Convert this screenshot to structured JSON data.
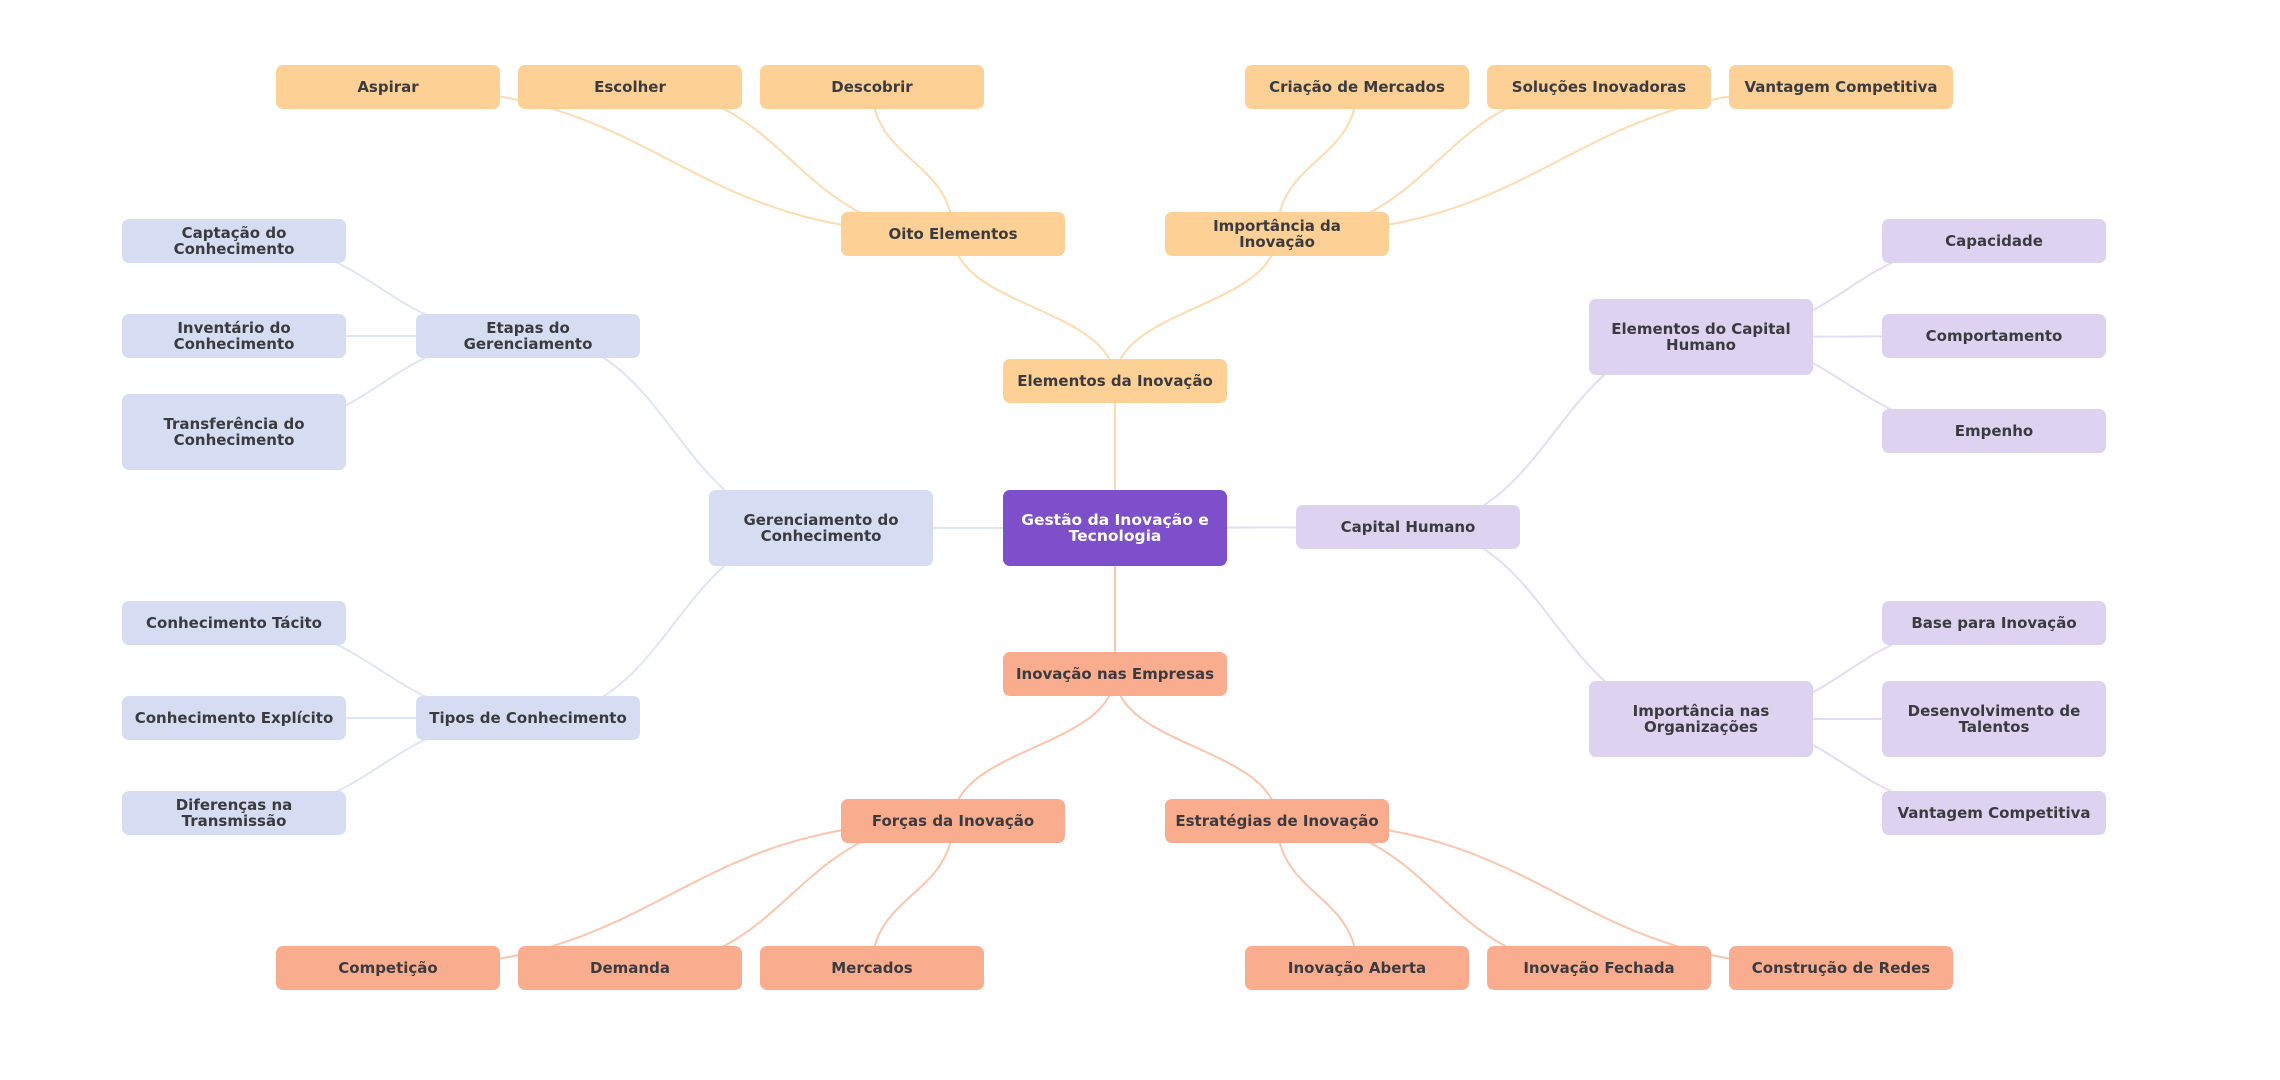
{
  "colors": {
    "root": "#7e4fcb",
    "orange": "#fdd096",
    "orange_edge": "#fddbb0",
    "salmon": "#faad8e",
    "salmon_edge": "#fbc4ad",
    "blue": "#d6ddf2",
    "blue_edge": "#dfe5f6",
    "purple": "#ddd3f1",
    "purple_edge": "#e4dcf4",
    "text": "#3b3b3f",
    "root_text": "#ffffff"
  },
  "mindmap": {
    "root": {
      "id": "root",
      "label": "Gestão da Inovação e Tecnologia"
    },
    "nodes": [
      {
        "id": "elementos-inovacao",
        "label": "Elementos da Inovação",
        "parent": "root",
        "branch": "orange"
      },
      {
        "id": "oito-elementos",
        "label": "Oito Elementos",
        "parent": "elementos-inovacao",
        "branch": "orange"
      },
      {
        "id": "importancia-inovacao",
        "label": "Importância da Inovação",
        "parent": "elementos-inovacao",
        "branch": "orange"
      },
      {
        "id": "aspirar",
        "label": "Aspirar",
        "parent": "oito-elementos",
        "branch": "orange"
      },
      {
        "id": "escolher",
        "label": "Escolher",
        "parent": "oito-elementos",
        "branch": "orange"
      },
      {
        "id": "descobrir",
        "label": "Descobrir",
        "parent": "oito-elementos",
        "branch": "orange"
      },
      {
        "id": "criacao-mercados",
        "label": "Criação de Mercados",
        "parent": "importancia-inovacao",
        "branch": "orange"
      },
      {
        "id": "solucoes-inovadoras",
        "label": "Soluções Inovadoras",
        "parent": "importancia-inovacao",
        "branch": "orange"
      },
      {
        "id": "vantagem-competitiva-1",
        "label": "Vantagem Competitiva",
        "parent": "importancia-inovacao",
        "branch": "orange"
      },
      {
        "id": "inovacao-empresas",
        "label": "Inovação nas Empresas",
        "parent": "root",
        "branch": "salmon"
      },
      {
        "id": "forcas-inovacao",
        "label": "Forças da Inovação",
        "parent": "inovacao-empresas",
        "branch": "salmon"
      },
      {
        "id": "estrategias-inovacao",
        "label": "Estratégias de Inovação",
        "parent": "inovacao-empresas",
        "branch": "salmon"
      },
      {
        "id": "competicao",
        "label": "Competição",
        "parent": "forcas-inovacao",
        "branch": "salmon"
      },
      {
        "id": "demanda",
        "label": "Demanda",
        "parent": "forcas-inovacao",
        "branch": "salmon"
      },
      {
        "id": "mercados",
        "label": "Mercados",
        "parent": "forcas-inovacao",
        "branch": "salmon"
      },
      {
        "id": "inovacao-aberta",
        "label": "Inovação Aberta",
        "parent": "estrategias-inovacao",
        "branch": "salmon"
      },
      {
        "id": "inovacao-fechada",
        "label": "Inovação Fechada",
        "parent": "estrategias-inovacao",
        "branch": "salmon"
      },
      {
        "id": "construcao-redes",
        "label": "Construção de Redes",
        "parent": "estrategias-inovacao",
        "branch": "salmon"
      },
      {
        "id": "gerenciamento-conhecimento",
        "label": "Gerenciamento do Conhecimento",
        "parent": "root",
        "branch": "blue"
      },
      {
        "id": "etapas-gerenciamento",
        "label": "Etapas do Gerenciamento",
        "parent": "gerenciamento-conhecimento",
        "branch": "blue"
      },
      {
        "id": "tipos-conhecimento",
        "label": "Tipos de Conhecimento",
        "parent": "gerenciamento-conhecimento",
        "branch": "blue"
      },
      {
        "id": "captacao-conhecimento",
        "label": "Captação do Conhecimento",
        "parent": "etapas-gerenciamento",
        "branch": "blue"
      },
      {
        "id": "inventario-conhecimento",
        "label": "Inventário do Conhecimento",
        "parent": "etapas-gerenciamento",
        "branch": "blue"
      },
      {
        "id": "transferencia-conhecimento",
        "label": "Transferência do Conhecimento",
        "parent": "etapas-gerenciamento",
        "branch": "blue"
      },
      {
        "id": "conhecimento-tacito",
        "label": "Conhecimento Tácito",
        "parent": "tipos-conhecimento",
        "branch": "blue"
      },
      {
        "id": "conhecimento-explicito",
        "label": "Conhecimento Explícito",
        "parent": "tipos-conhecimento",
        "branch": "blue"
      },
      {
        "id": "diferencas-transmissao",
        "label": "Diferenças na Transmissão",
        "parent": "tipos-conhecimento",
        "branch": "blue"
      },
      {
        "id": "capital-humano",
        "label": "Capital Humano",
        "parent": "root",
        "branch": "purple"
      },
      {
        "id": "elementos-capital-humano",
        "label": "Elementos do Capital Humano",
        "parent": "capital-humano",
        "branch": "purple"
      },
      {
        "id": "importancia-organizacoes",
        "label": "Importância nas Organizações",
        "parent": "capital-humano",
        "branch": "purple"
      },
      {
        "id": "capacidade",
        "label": "Capacidade",
        "parent": "elementos-capital-humano",
        "branch": "purple"
      },
      {
        "id": "comportamento",
        "label": "Comportamento",
        "parent": "elementos-capital-humano",
        "branch": "purple"
      },
      {
        "id": "empenho",
        "label": "Empenho",
        "parent": "elementos-capital-humano",
        "branch": "purple"
      },
      {
        "id": "base-inovacao",
        "label": "Base para Inovação",
        "parent": "importancia-organizacoes",
        "branch": "purple"
      },
      {
        "id": "desenvolvimento-talentos",
        "label": "Desenvolvimento de Talentos",
        "parent": "importancia-organizacoes",
        "branch": "purple"
      },
      {
        "id": "vantagem-competitiva-2",
        "label": "Vantagem Competitiva",
        "parent": "importancia-organizacoes",
        "branch": "purple"
      }
    ]
  }
}
